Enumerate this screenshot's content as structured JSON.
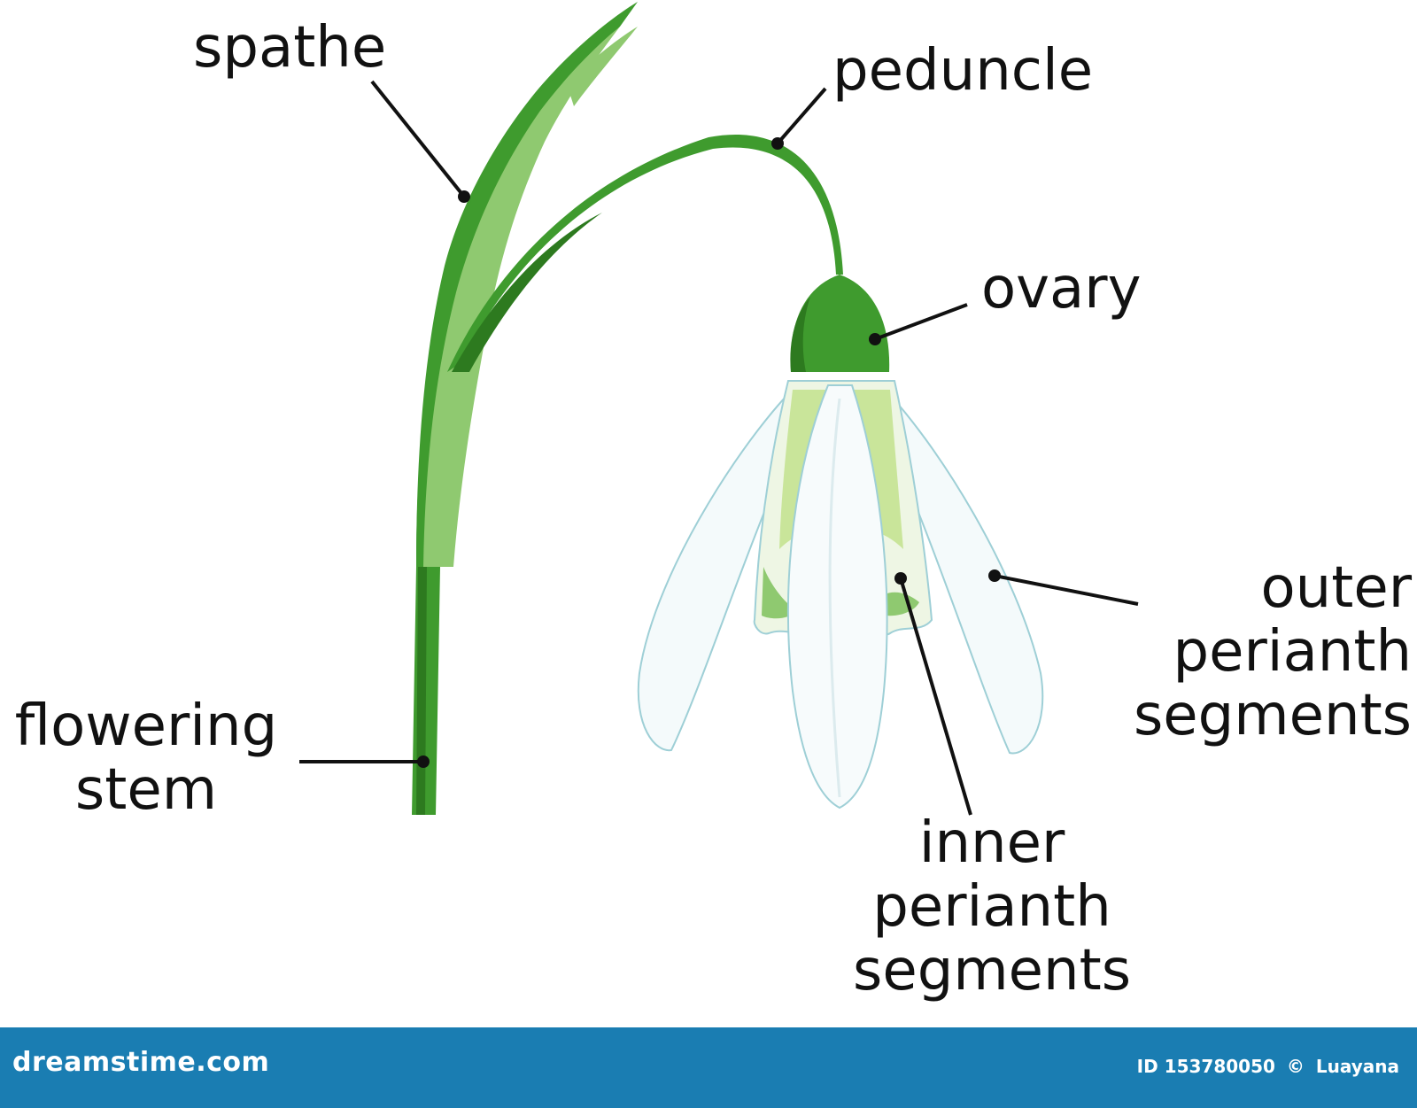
{
  "labels": {
    "spathe": "spathe",
    "peduncle": "peduncle",
    "ovary": "ovary",
    "outer_perianth": [
      "outer",
      "perianth",
      "segments"
    ],
    "inner_perianth": [
      "inner",
      "perianth",
      "segments"
    ],
    "flowering_stem": [
      "flowering",
      "stem"
    ]
  },
  "footer": {
    "brand": "dreamstime.com",
    "id_text": "ID 153780050",
    "copyright": "©",
    "author": "Luayana"
  },
  "colors": {
    "stem_green": "#3f9b2e",
    "dark_green": "#2d7a1f",
    "light_green": "#8fc970",
    "petal_outline": "#9ecfd6",
    "petal_fill": "#f4fafb",
    "footer_bg": "#1a7db2"
  }
}
